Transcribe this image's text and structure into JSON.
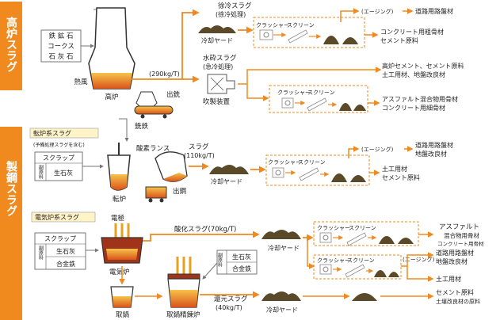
{
  "sections": {
    "blast": "高炉スラグ",
    "steel": "製鋼スラグ"
  },
  "blast_furnace": {
    "inputs": [
      "鉄 鉱 石",
      "コークス",
      "石 灰 石"
    ],
    "hot_air": "熱風",
    "furnace": "高炉",
    "rate": "(290kg/T)",
    "tapping": "出銑",
    "pig_iron": "銑鉄",
    "slow_cool_title": "徐冷スラグ",
    "slow_cool_sub": "(徐冷処理)",
    "cooling_yard": "冷却ヤード",
    "granulated_title": "水砕スラグ",
    "granulated_sub": "(急冷処理)",
    "blower": "吹製装置",
    "crusher": "クラッシャー",
    "screen": "スクリーン",
    "aging": "(エージング)",
    "products": {
      "road_base": "道路用路盤材",
      "concrete_coarse_1": "コンクリート用粗骨材",
      "concrete_coarse_2": "セメント原料",
      "cement_1": "高炉セメント、セメント原料",
      "cement_2": "土工用材、地盤改良材",
      "asphalt_1": "アスファルト混合物用骨材",
      "asphalt_2": "コンクリート用細骨材"
    }
  },
  "converter": {
    "label": "転炉系スラグ",
    "note": "(予備処理スラグを含む)",
    "scrap": "スクラップ",
    "sub_material": "副原料",
    "quicklime": "生石灰",
    "oxygen_lance": "酸素ランス",
    "furnace": "転炉",
    "tapping": "出鋼",
    "slag_title": "スラグ",
    "slag_rate": "(110kg/T)",
    "cooling_yard": "冷却ヤード",
    "crusher": "クラッシャー",
    "screen": "スクリーン",
    "aging": "(エージング)",
    "products": {
      "p1a": "道路用路盤材",
      "p1b": "地盤改良材",
      "p2a": "土工用材",
      "p2b": "セメント原料"
    }
  },
  "electric": {
    "label": "電気炉系スラグ",
    "electrode": "電極",
    "scrap": "スクラップ",
    "sub_material": "副原料",
    "quicklime": "生石灰",
    "ferroalloy": "合金鉄",
    "furnace": "電気炉",
    "ladle": "取鍋",
    "refining": "取鍋精錬炉",
    "ox_slag": "酸化スラグ(70kg/T)",
    "red_slag_title": "還元スラグ",
    "red_slag_rate": "(40kg/T)",
    "cooling_yard_1": "冷却ヤード",
    "cooling_yard_2": "冷却ヤード",
    "crusher": "クラッシャー",
    "screen": "スクリーン",
    "aging": "(エージング)",
    "products": {
      "asphalt_1": "アスファルト",
      "asphalt_2": "混合物用骨材",
      "asphalt_3": "コンクリート用骨材",
      "road_1": "道路用路盤材",
      "road_2": "地盤改良材",
      "civil": "土工用材",
      "cement_1": "セメント原料",
      "cement_2": "土壌改良材の原料"
    }
  },
  "colors": {
    "orange": "#F08A1E",
    "slag": "#5a4a2a",
    "gold": "#FFF3C8"
  }
}
